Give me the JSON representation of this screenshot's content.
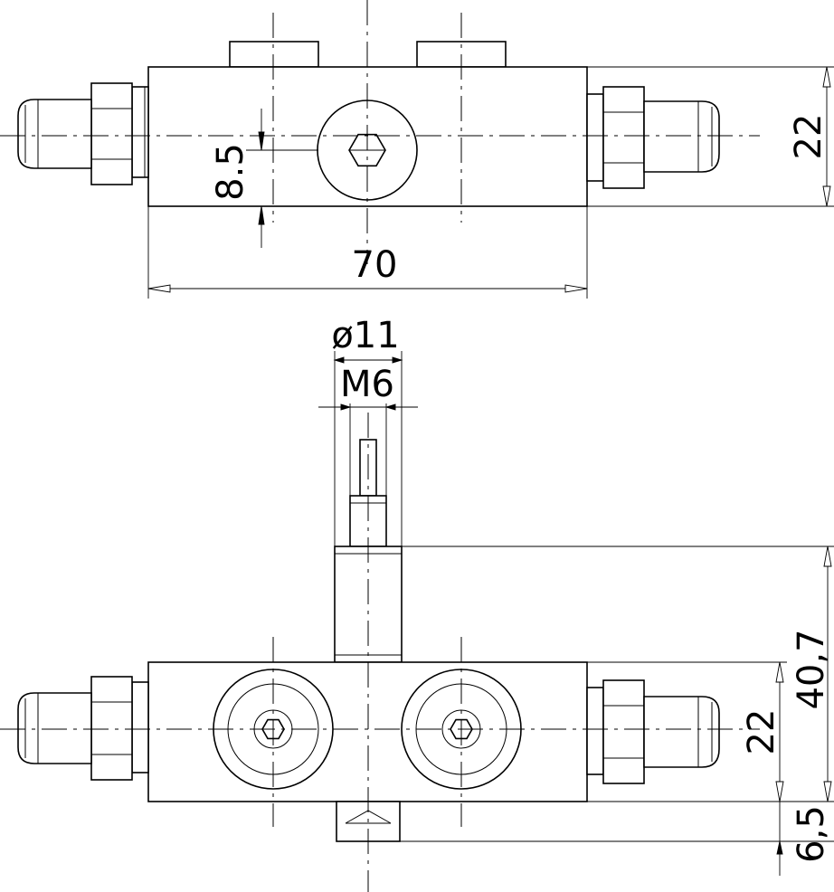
{
  "drawing": {
    "top_view": {
      "dim_height": "22",
      "dim_port_offset": "8.5",
      "dim_length": "70"
    },
    "front_view": {
      "dim_outer_diameter": "ø11",
      "dim_thread": "M6",
      "dim_height": "22",
      "dim_overall_height": "40,7",
      "dim_foot": "6,5"
    }
  }
}
